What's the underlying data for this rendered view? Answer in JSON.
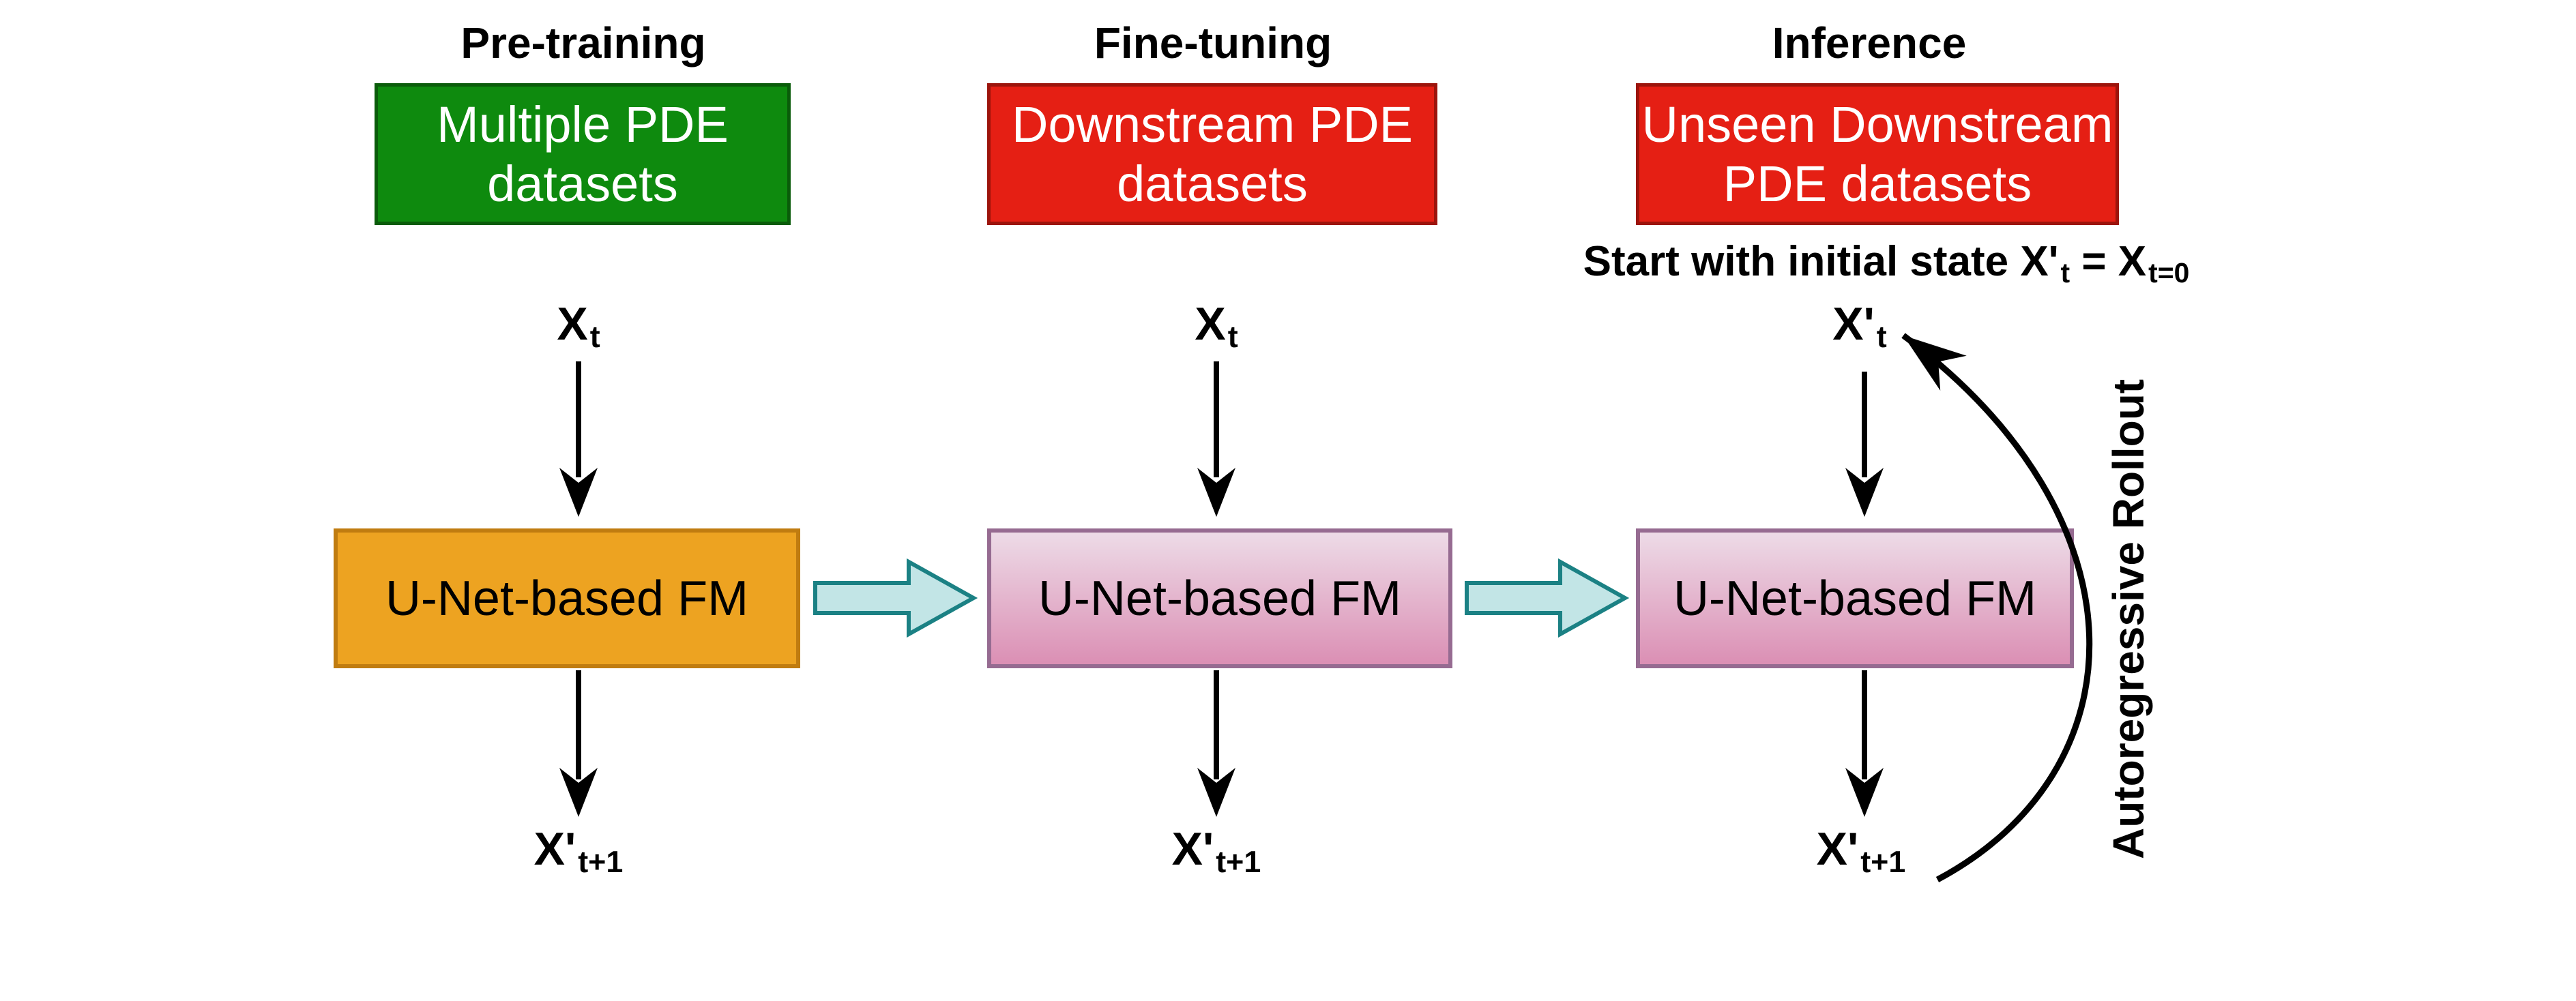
{
  "columns": [
    {
      "title": "Pre-training",
      "dataset_box": {
        "lines": [
          "Multiple PDE",
          "datasets"
        ]
      },
      "input_label": {
        "base": "X",
        "sub": "t"
      },
      "model_box_label": "U-Net-based FM",
      "output_label": {
        "base": "X'",
        "sub": "t+1"
      }
    },
    {
      "title": "Fine-tuning",
      "dataset_box": {
        "lines": [
          "Downstream PDE",
          "datasets"
        ]
      },
      "input_label": {
        "base": "X",
        "sub": "t"
      },
      "model_box_label": "U-Net-based FM",
      "output_label": {
        "base": "X'",
        "sub": "t+1"
      }
    },
    {
      "title": "Inference",
      "dataset_box": {
        "lines": [
          "Unseen Downstream",
          "PDE datasets"
        ]
      },
      "start_note": {
        "prefix": "Start with initial state X'",
        "sub1": "t",
        "mid": " = X",
        "sub2": "t=0"
      },
      "input_label": {
        "base": "X'",
        "sub": "t"
      },
      "model_box_label": "U-Net-based FM",
      "output_label": {
        "base": "X'",
        "sub": "t+1"
      }
    }
  ],
  "rollout_label": "Autoregressive Rollout",
  "colors": {
    "background": "#ffffff",
    "ink": "#000000",
    "box_text": "#ffffff",
    "green_fill": "#0e8a0e",
    "green_border": "#0a5c0a",
    "red_fill": "#e51f14",
    "red_border": "#9c140c",
    "orange_fill": "#eda321",
    "orange_border": "#c07c10",
    "pink_fill_top": "#eddbe7",
    "pink_fill_bottom": "#db8fb4",
    "pink_border": "#966b91",
    "teal_fill": "#c2e5e6",
    "teal_border": "#1b8184"
  }
}
